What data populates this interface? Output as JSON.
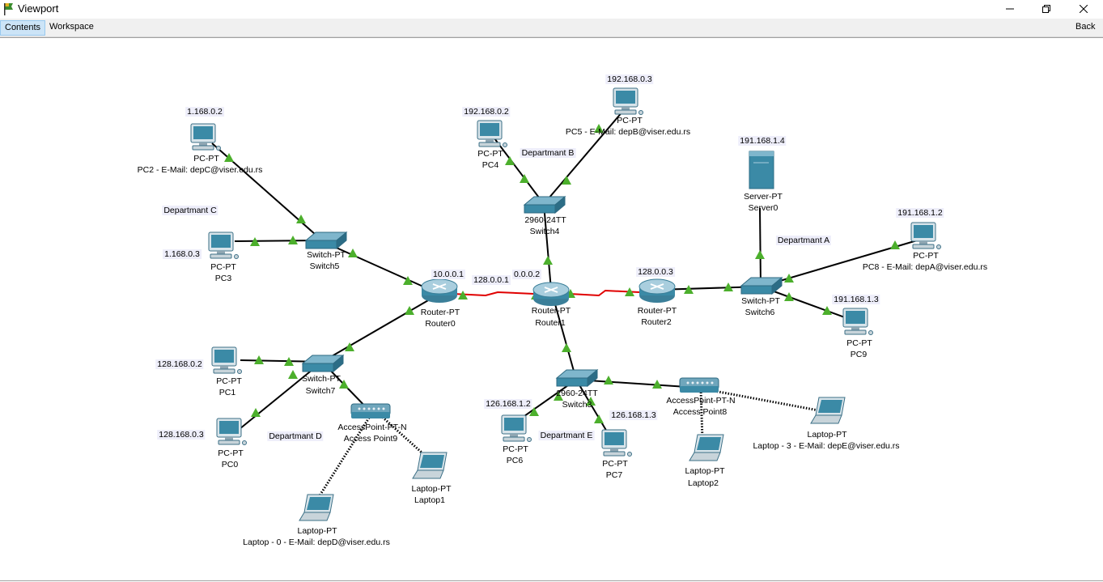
{
  "window": {
    "title": "Viewport"
  },
  "toolbar": {
    "contents": "Contents",
    "workspace": "Workspace",
    "back": "Back"
  },
  "colors": {
    "link": "#000000",
    "serial_link": "#e00000",
    "link_indicator": "#4caf2c",
    "device": "#3b8aa6",
    "label_bg": "#eeeefa"
  },
  "departments": {
    "a": "Departmant A",
    "b": "Departmant B",
    "c": "Departmant C",
    "d": "Departmant D",
    "e": "Departmant E"
  },
  "devices": {
    "router0": {
      "type": "Router-PT",
      "name": "Router0",
      "ip": "10.0.0.1"
    },
    "router1": {
      "type": "Router-PT",
      "name": "Router1",
      "ip": "0.0.0.2",
      "ip_left": "128.0.0.1"
    },
    "router2": {
      "type": "Router-PT",
      "name": "Router2",
      "ip": "128.0.0.3"
    },
    "switch4": {
      "type": "2960-24TT",
      "name": "Switch4"
    },
    "switch5": {
      "type": "Switch-PT",
      "name": "Switch5"
    },
    "switch6": {
      "type": "Switch-PT",
      "name": "Switch6"
    },
    "switch7": {
      "type": "Switch-PT",
      "name": "Switch7"
    },
    "switch3": {
      "type": "2960-24TT",
      "name": "Switch3"
    },
    "server0": {
      "type": "Server-PT",
      "name": "Server0",
      "ip": "191.168.1.4"
    },
    "pc2": {
      "type": "PC-PT",
      "name": "PC2 - E-Mail: depC@viser.edu.rs",
      "ip": "1.168.0.2"
    },
    "pc3": {
      "type": "PC-PT",
      "name": "PC3",
      "ip": "1.168.0.3"
    },
    "pc4": {
      "type": "PC-PT",
      "name": "PC4",
      "ip": "192.168.0.2"
    },
    "pc5": {
      "type": "PC-PT",
      "name": "PC5 - E-Mail: depB@viser.edu.rs",
      "ip": "192.168.0.3"
    },
    "pc8": {
      "type": "PC-PT",
      "name": "PC8 - E-Mail: depA@viser.edu.rs",
      "ip": "191.168.1.2"
    },
    "pc9": {
      "type": "PC-PT",
      "name": "PC9",
      "ip": "191.168.1.3"
    },
    "pc1": {
      "type": "PC-PT",
      "name": "PC1",
      "ip": "128.168.0.2"
    },
    "pc0": {
      "type": "PC-PT",
      "name": "PC0",
      "ip": "128.168.0.3"
    },
    "pc6": {
      "type": "PC-PT",
      "name": "PC6",
      "ip": "126.168.1.2"
    },
    "pc7": {
      "type": "PC-PT",
      "name": "PC7",
      "ip": "126.168.1.3"
    },
    "ap9": {
      "type": "AccessPoint-PT-N",
      "name": "Access Point9"
    },
    "ap8": {
      "type": "AccessPoint-PT-N",
      "name": "Access Point8"
    },
    "laptop0": {
      "type": "Laptop-PT",
      "name": "Laptop - 0 - E-Mail: depD@viser.edu.rs"
    },
    "laptop1": {
      "type": "Laptop-PT",
      "name": "Laptop1"
    },
    "laptop2": {
      "type": "Laptop-PT",
      "name": "Laptop2"
    },
    "laptop3": {
      "type": "Laptop-PT",
      "name": "Laptop - 3 - E-Mail: depE@viser.edu.rs"
    }
  }
}
